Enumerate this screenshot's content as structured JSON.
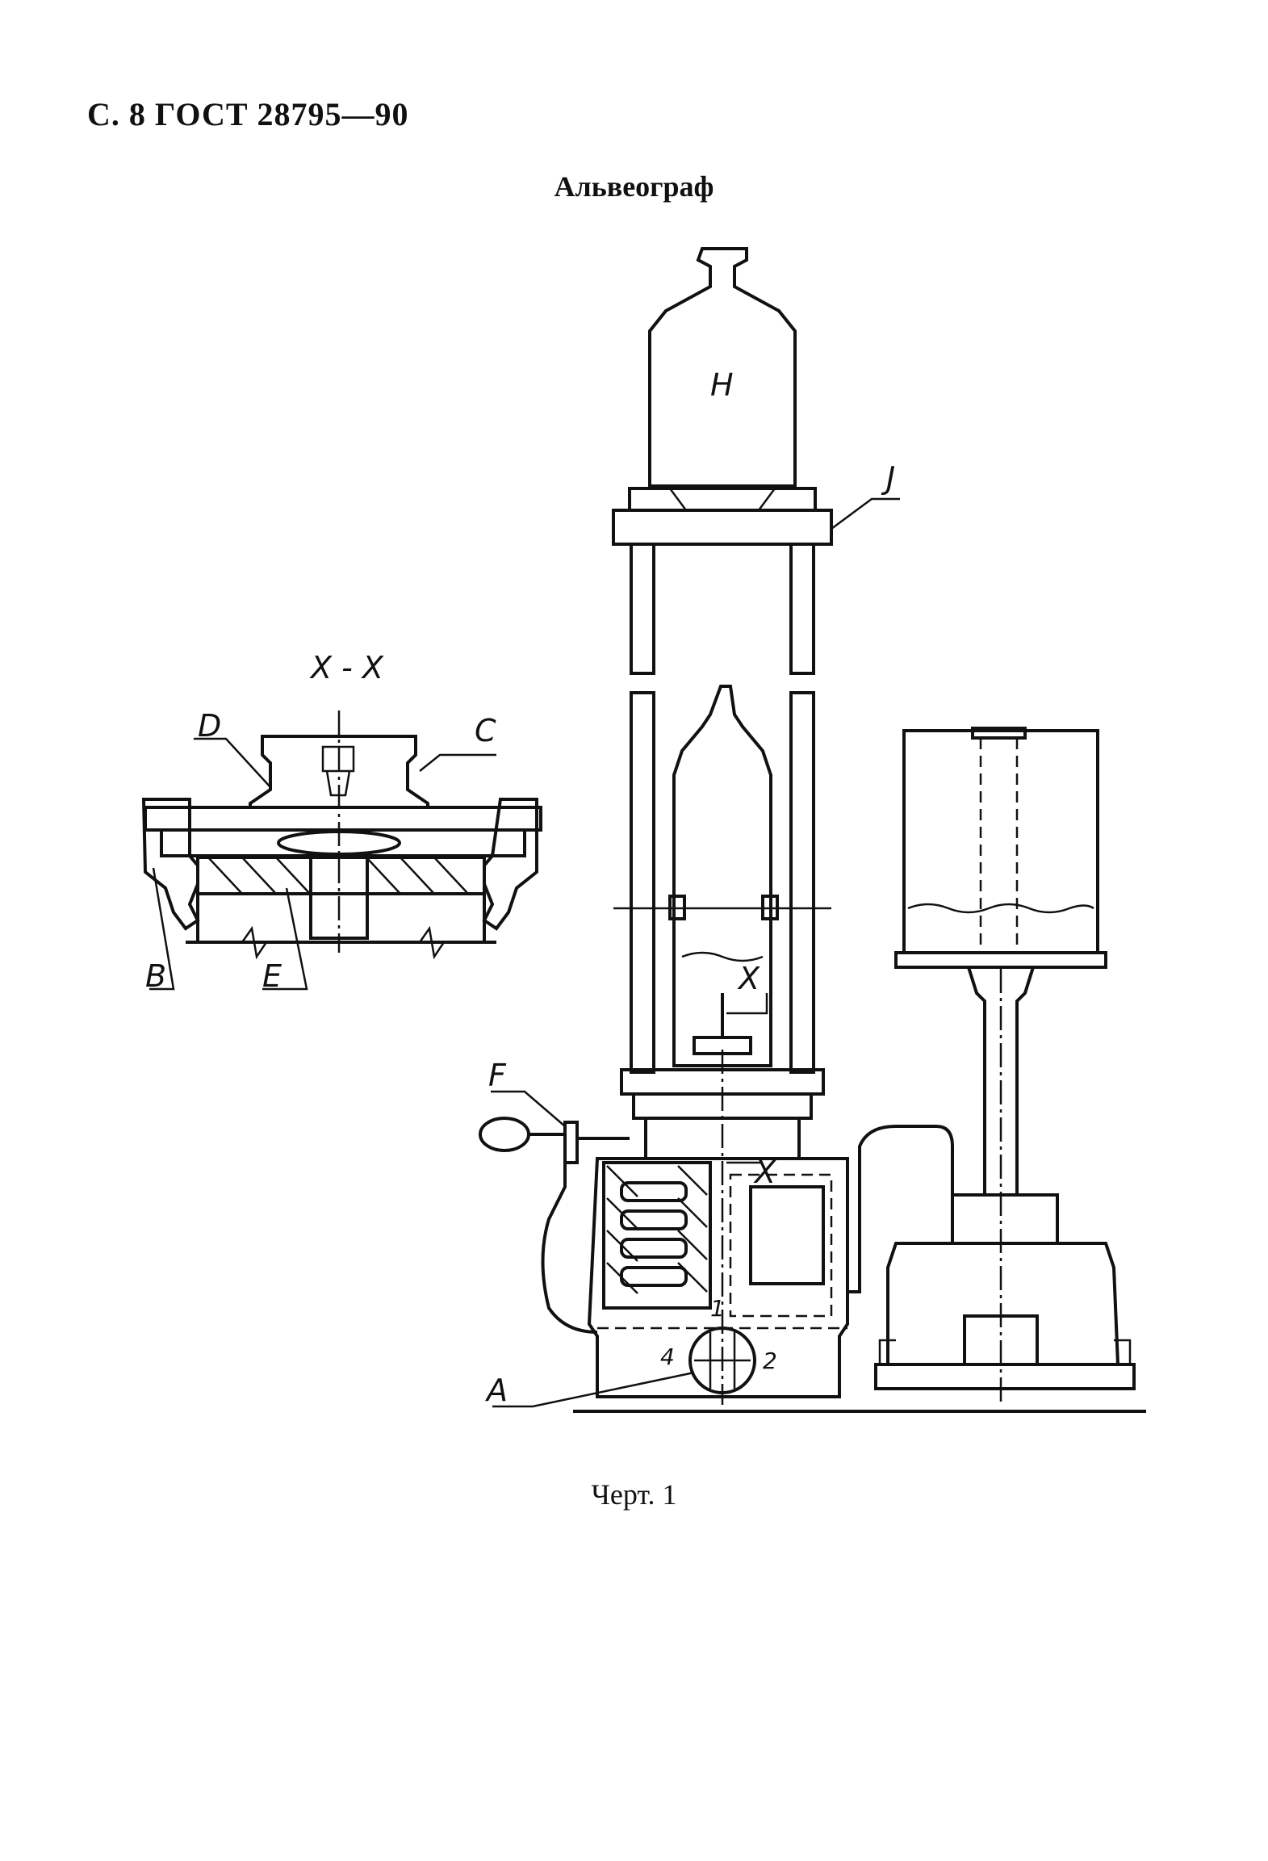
{
  "page_header": "С. 8 ГОСТ 28795—90",
  "figure_title": "Альвеограф",
  "figure_caption": "Черт. 1",
  "section_label": "X - X",
  "labels": {
    "H": "H",
    "J": "J",
    "D": "D",
    "C": "C",
    "B": "B",
    "E": "E",
    "F": "F",
    "A": "A",
    "X": "X",
    "n1": "1",
    "n2": "2",
    "n4": "4"
  }
}
